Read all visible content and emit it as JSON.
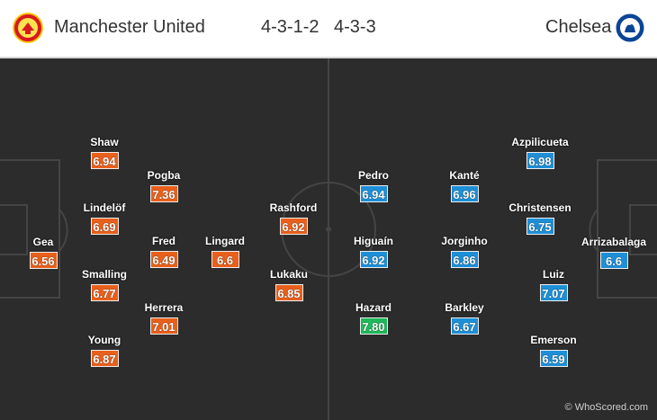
{
  "header": {
    "home_team": "Manchester United",
    "away_team": "Chelsea",
    "home_formation": "4-3-1-2",
    "away_formation": "4-3-3",
    "home_crest_icon": "manchester-united-crest-icon",
    "away_crest_icon": "chelsea-crest-icon"
  },
  "colors": {
    "home_rating": "#e8601c",
    "away_rating": "#1e8fd6",
    "best_rating": "#1fb85a",
    "pitch": "#2c2c2c"
  },
  "home_players": [
    {
      "name": "Gea",
      "rating": "6.56"
    },
    {
      "name": "Shaw",
      "rating": "6.94"
    },
    {
      "name": "Lindelöf",
      "rating": "6.69"
    },
    {
      "name": "Smalling",
      "rating": "6.77"
    },
    {
      "name": "Young",
      "rating": "6.87"
    },
    {
      "name": "Pogba",
      "rating": "7.36"
    },
    {
      "name": "Fred",
      "rating": "6.49"
    },
    {
      "name": "Herrera",
      "rating": "7.01"
    },
    {
      "name": "Lingard",
      "rating": "6.6"
    },
    {
      "name": "Rashford",
      "rating": "6.92"
    },
    {
      "name": "Lukaku",
      "rating": "6.85"
    }
  ],
  "away_players": [
    {
      "name": "Pedro",
      "rating": "6.94"
    },
    {
      "name": "Higuaín",
      "rating": "6.92"
    },
    {
      "name": "Hazard",
      "rating": "7.80"
    },
    {
      "name": "Kanté",
      "rating": "6.96"
    },
    {
      "name": "Jorginho",
      "rating": "6.86"
    },
    {
      "name": "Barkley",
      "rating": "6.67"
    },
    {
      "name": "Azpilicueta",
      "rating": "6.98"
    },
    {
      "name": "Christensen",
      "rating": "6.75"
    },
    {
      "name": "Luiz",
      "rating": "7.07"
    },
    {
      "name": "Emerson",
      "rating": "6.59"
    },
    {
      "name": "Arrizabalaga",
      "rating": "6.6"
    }
  ],
  "watermark": "© WhoScored.com"
}
